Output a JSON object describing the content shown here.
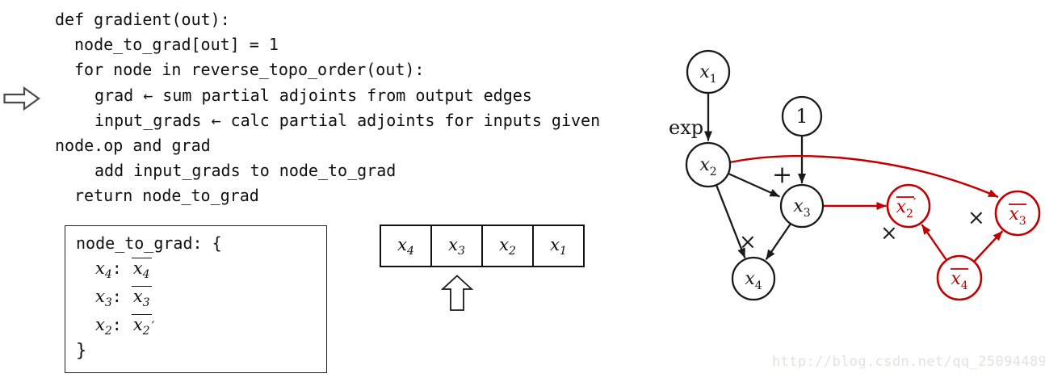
{
  "code": {
    "lines": [
      "def gradient(out):",
      "node_to_grad[out] = 1",
      "for node in reverse_topo_order(out):",
      "grad ← sum partial adjoints from output edges",
      "input_grads ← calc partial adjoints for inputs given",
      "node.op and grad",
      "add input_grads to node_to_grad",
      "return node_to_grad"
    ]
  },
  "grad_table": {
    "title": "node_to_grad: {",
    "separator": ":",
    "closing": "}",
    "entries": [
      {
        "key_base": "x",
        "key_sub": "4",
        "value_base": "x",
        "value_sub": "4",
        "prime": ""
      },
      {
        "key_base": "x",
        "key_sub": "3",
        "value_base": "x",
        "value_sub": "3",
        "prime": ""
      },
      {
        "key_base": "x",
        "key_sub": "2",
        "value_base": "x",
        "value_sub": "2",
        "prime": "′"
      }
    ]
  },
  "topo_array": {
    "cells": [
      {
        "base": "x",
        "sub": "4"
      },
      {
        "base": "x",
        "sub": "3"
      },
      {
        "base": "x",
        "sub": "2"
      },
      {
        "base": "x",
        "sub": "1"
      }
    ]
  },
  "graph": {
    "colors": {
      "forward": "#1a1a1a",
      "backward": "#c00000"
    },
    "nodes": [
      {
        "name": "x1",
        "base": "x",
        "sub": "1"
      },
      {
        "name": "one",
        "base": "1",
        "sub": ""
      },
      {
        "name": "x2",
        "base": "x",
        "sub": "2"
      },
      {
        "name": "x3",
        "base": "x",
        "sub": "3"
      },
      {
        "name": "x4",
        "base": "x",
        "sub": "4"
      },
      {
        "name": "x2-adjoint",
        "base": "x",
        "sub": "2",
        "prime": "′"
      },
      {
        "name": "x3-adjoint",
        "base": "x",
        "sub": "3",
        "prime": ""
      },
      {
        "name": "x4-adjoint",
        "base": "x",
        "sub": "4",
        "prime": ""
      }
    ],
    "labels": {
      "exp": "exp",
      "plus": "+",
      "times_forward": "×",
      "times_back_left": "×",
      "times_back_right": "×"
    }
  },
  "watermark": "http://blog.csdn.net/qq_25094489"
}
